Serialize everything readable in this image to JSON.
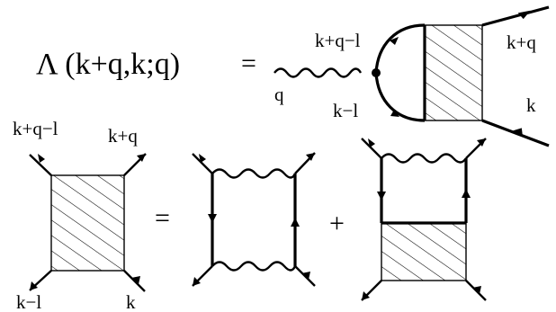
{
  "equation1": {
    "lhs": "Λ (k+q,k;q)",
    "equals": "=",
    "labels": {
      "photon": "q",
      "upper_internal": "k+q−l",
      "lower_internal": "k−l",
      "out_top": "k+q",
      "out_bottom": "k"
    }
  },
  "equation2": {
    "labels": {
      "top_left": "k+q−l",
      "top_right": "k+q",
      "bottom_left": "k−l",
      "bottom_right": "k"
    },
    "equals": "=",
    "plus": "+"
  }
}
